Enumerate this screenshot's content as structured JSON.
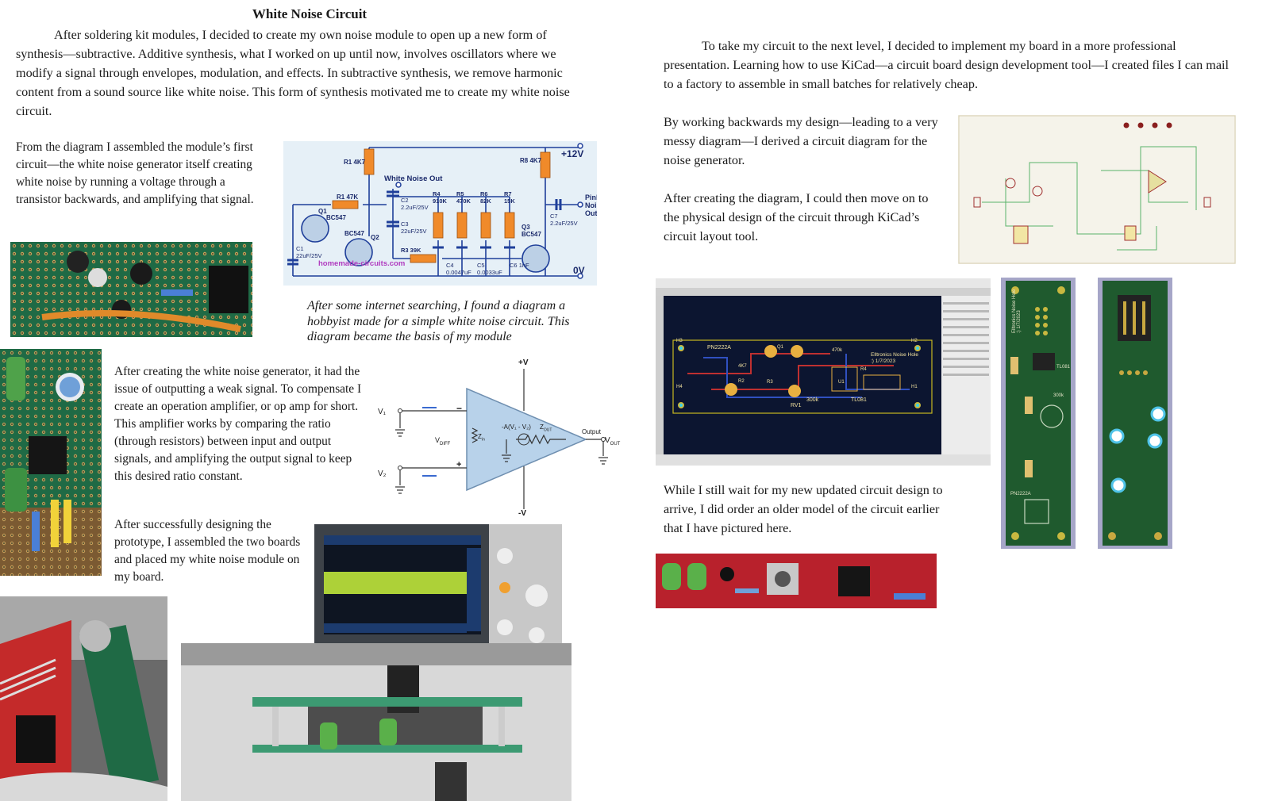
{
  "left": {
    "title": "White Noise Circuit",
    "intro": "After soldering kit modules, I decided to create my own noise module to open up a new form of synthesis—subtractive. Additive synthesis, what I worked on up until now, involves oscillators where we modify a signal through envelopes, modulation, and effects. In subtractive synthesis, we remove harmonic content from a sound source like white noise. This form of synthesis motivated me to create my white noise circuit.",
    "p_generator": "From the diagram I assembled the module’s first circuit—the white noise generator itself creating white noise by running a voltage through a transistor backwards, and amplifying that signal.",
    "caption": "After some internet searching, I found a diagram a hobbyist made for a simple white noise circuit. This diagram became the basis of my module",
    "p_opamp": "After creating the white noise generator, it had the issue of outputting a weak signal. To compensate I create an operation amplifier, or op amp for short. This amplifier works by comparing the ratio (through resistors) between input and output signals, and amplifying the output signal to keep this desired ratio constant.",
    "p_prototype": "After successfully designing the prototype, I assembled the two boards and placed my white noise module on my board."
  },
  "right": {
    "p_kicad": "To take my circuit to the next level, I decided to implement my board in a more professional presentation. Learning how to use KiCad—a circuit board design development tool—I created files I can mail to a factory to assemble in small batches for relatively cheap.",
    "p_backwards": "By working backwards my design—leading to a very messy diagram—I derived a circuit diagram for the noise generator.",
    "p_layout": "After creating the diagram, I could then move on to the physical design of the circuit through KiCad’s circuit layout tool.",
    "p_wait": "While I still wait for my new updated circuit design to arrive, I did order an older model of the circuit earlier that I have pictured here."
  },
  "schematic": {
    "supply": "+12V",
    "ground": "0V",
    "r1": "R1 47K",
    "r1a": "R1 4K7",
    "r8": "R8 4K7",
    "r3": "R3 39K",
    "q1": "Q1",
    "q1p": "BC547",
    "q2": "Q2",
    "q2p": "BC547",
    "q3": "Q3",
    "q3p": "BC547",
    "white_out": "White Noise Out",
    "c1": "C1",
    "c1v": "22uF/25V",
    "c2": "C2",
    "c2v": "2.2uF/25V",
    "c3": "C3",
    "c3v": "22uF/25V",
    "r4": "R4",
    "r4v": "910K",
    "r5": "R5",
    "r5v": "470K",
    "r6": "R6",
    "r6v": "82K",
    "r7": "R7",
    "r7v": "15K",
    "c4": "C4",
    "c4v": "0.0047uF",
    "c5": "C5",
    "c5v": "0.0033uF",
    "c6": "C6",
    "c6v": "1nF",
    "c7": "C7",
    "c7v": "2.2uF/25V",
    "pink1": "Pink",
    "pink2": "Noise",
    "pink3": "Out",
    "watermark": "homemade-circuits.com"
  },
  "opamp": {
    "vplus": "+V",
    "vminus": "-V",
    "v1": "V₁",
    "v2": "V₂",
    "vdiff": "V",
    "vdiff_sub": "DIFF",
    "zin": "Z",
    "zin_sub": "in",
    "gain": "-A(V₁ - V₂)",
    "zout": "Z",
    "zout_sub": "OUT",
    "output": "Output",
    "vout": "V",
    "vout_sub": "OUT",
    "minus": "−",
    "plus": "+"
  },
  "pcb": {
    "h1": "H1",
    "h2": "H2",
    "h3": "H3",
    "h4": "H4",
    "pn": "PN2222A",
    "tl": "TL081",
    "rv": "RV1",
    "rv_val": "300k",
    "board_text": "Elltronics Noise Hole :) 1/7/2023",
    "q1": "Q1",
    "r3": "R3",
    "r4": "R4",
    "r2": "R2",
    "u1": "U1",
    "val470": "470k",
    "val4k7": "4K7"
  },
  "board_photo": {
    "label_a": "Elltronics Noise Hole :) 1/7/2023",
    "label_b": "TL081",
    "label_c": "PN2222A",
    "label_d": "300k"
  },
  "colors": {
    "pcb_green": "#1f5a2e",
    "kicad_bg": "#0c1530",
    "red_board": "#c72630",
    "scope_trace": "#c9f23c"
  }
}
